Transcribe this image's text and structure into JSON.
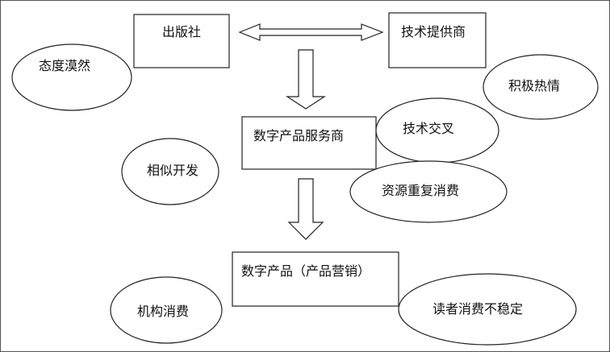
{
  "boxes": {
    "publisher": "出版社",
    "tech_provider": "技术提供商",
    "service_provider": "数字产品服务商",
    "product": "数字产品（产品营销）"
  },
  "ellipses": {
    "indifferent": "态度漠然",
    "enthusiastic": "积极热情",
    "tech_overlap": "技术交叉",
    "similar_dev": "相似开发",
    "resource_dup": "资源重复消费",
    "institution": "机构消费",
    "reader": "读者消费不稳定"
  }
}
